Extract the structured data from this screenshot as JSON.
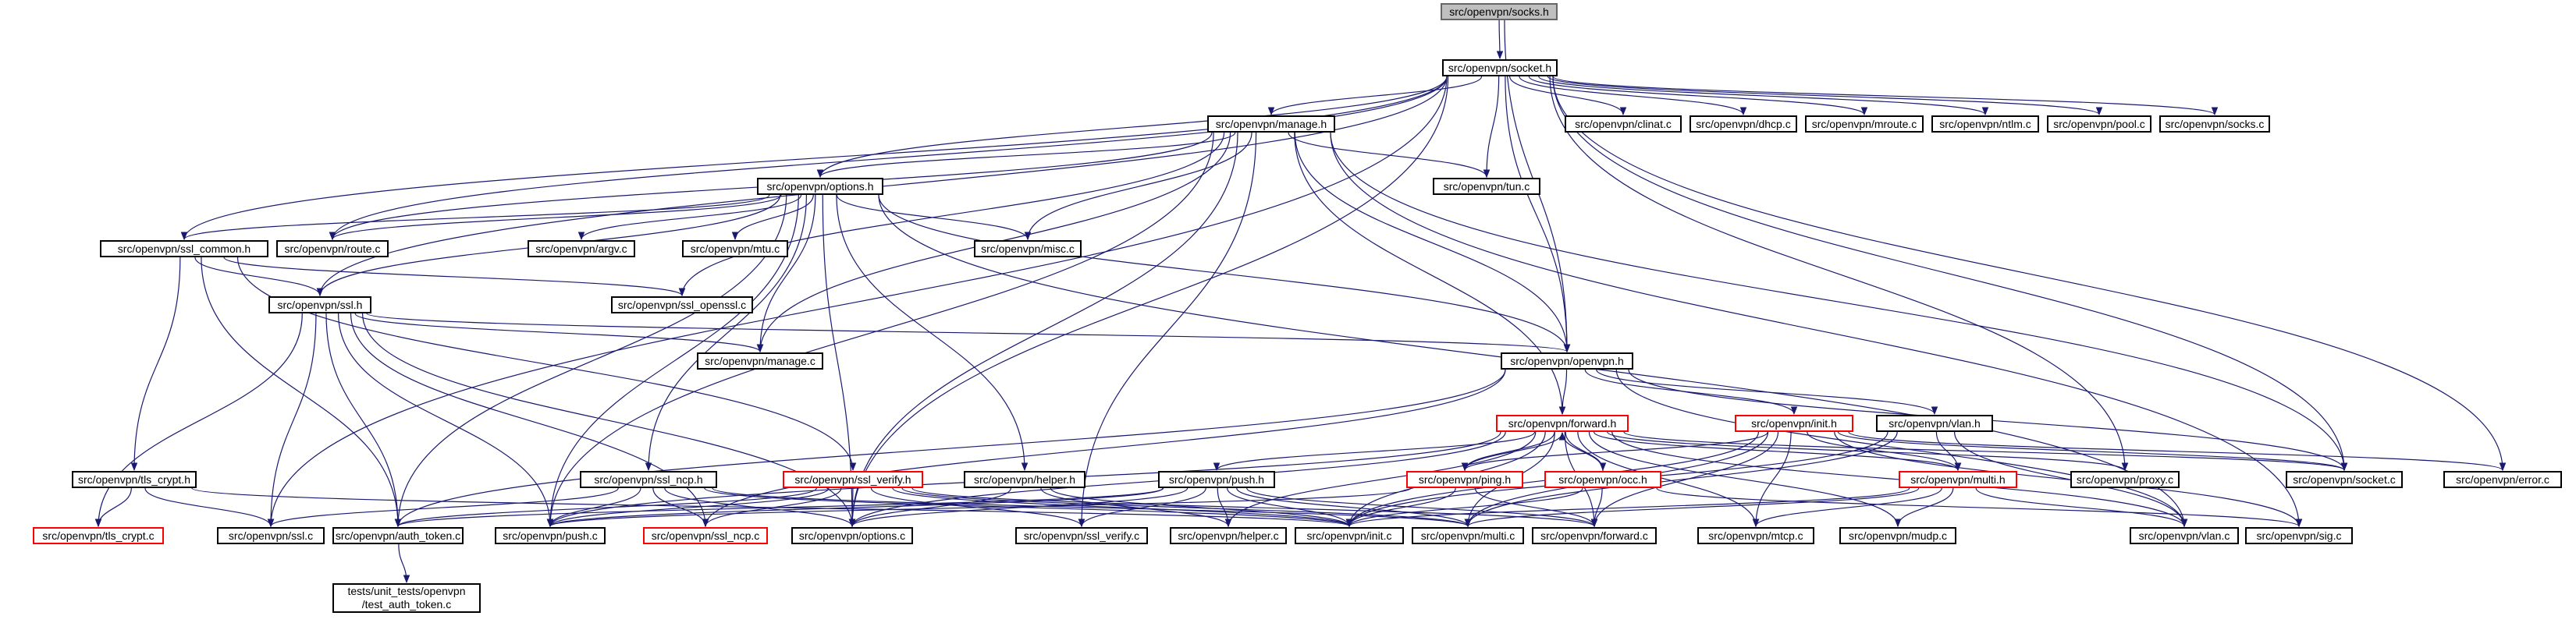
{
  "graph": {
    "edge_color": "#191970",
    "root_color": "#bfbfbf",
    "truncated_color": "#ff0000",
    "nodes": [
      {
        "id": "socks_h",
        "label": "src/openvpn/socks.h",
        "kind": "root"
      },
      {
        "id": "socket_h",
        "label": "src/openvpn/socket.h"
      },
      {
        "id": "manage_h",
        "label": "src/openvpn/manage.h"
      },
      {
        "id": "clinat_c",
        "label": "src/openvpn/clinat.c"
      },
      {
        "id": "dhcp_c",
        "label": "src/openvpn/dhcp.c"
      },
      {
        "id": "mroute_c",
        "label": "src/openvpn/mroute.c"
      },
      {
        "id": "ntlm_c",
        "label": "src/openvpn/ntlm.c"
      },
      {
        "id": "pool_c",
        "label": "src/openvpn/pool.c"
      },
      {
        "id": "socks_c",
        "label": "src/openvpn/socks.c"
      },
      {
        "id": "options_h",
        "label": "src/openvpn/options.h"
      },
      {
        "id": "tun_c",
        "label": "src/openvpn/tun.c"
      },
      {
        "id": "ssl_common_h",
        "label": "src/openvpn/ssl_common.h"
      },
      {
        "id": "route_c",
        "label": "src/openvpn/route.c"
      },
      {
        "id": "argv_c",
        "label": "src/openvpn/argv.c"
      },
      {
        "id": "mtu_c",
        "label": "src/openvpn/mtu.c"
      },
      {
        "id": "misc_c",
        "label": "src/openvpn/misc.c"
      },
      {
        "id": "ssl_openssl_c",
        "label": "src/openvpn/ssl_openssl.c"
      },
      {
        "id": "ssl_h",
        "label": "src/openvpn/ssl.h"
      },
      {
        "id": "manage_c",
        "label": "src/openvpn/manage.c"
      },
      {
        "id": "openvpn_h",
        "label": "src/openvpn/openvpn.h"
      },
      {
        "id": "forward_h",
        "label": "src/openvpn/forward.h",
        "kind": "truncated"
      },
      {
        "id": "init_h",
        "label": "src/openvpn/init.h",
        "kind": "truncated"
      },
      {
        "id": "vlan_h",
        "label": "src/openvpn/vlan.h"
      },
      {
        "id": "tls_crypt_h",
        "label": "src/openvpn/tls_crypt.h"
      },
      {
        "id": "ssl_ncp_h",
        "label": "src/openvpn/ssl_ncp.h"
      },
      {
        "id": "ssl_verify_h",
        "label": "src/openvpn/ssl_verify.h",
        "kind": "truncated"
      },
      {
        "id": "helper_h",
        "label": "src/openvpn/helper.h"
      },
      {
        "id": "push_h",
        "label": "src/openvpn/push.h"
      },
      {
        "id": "ping_h",
        "label": "src/openvpn/ping.h",
        "kind": "truncated"
      },
      {
        "id": "occ_h",
        "label": "src/openvpn/occ.h",
        "kind": "truncated"
      },
      {
        "id": "multi_h",
        "label": "src/openvpn/multi.h",
        "kind": "truncated"
      },
      {
        "id": "proxy_c",
        "label": "src/openvpn/proxy.c"
      },
      {
        "id": "socket_c",
        "label": "src/openvpn/socket.c"
      },
      {
        "id": "error_c",
        "label": "src/openvpn/error.c"
      },
      {
        "id": "tls_crypt_c",
        "label": "src/openvpn/tls_crypt.c",
        "kind": "truncated"
      },
      {
        "id": "ssl_c",
        "label": "src/openvpn/ssl.c"
      },
      {
        "id": "auth_token_c",
        "label": "src/openvpn/auth_token.c"
      },
      {
        "id": "push_c",
        "label": "src/openvpn/push.c"
      },
      {
        "id": "ssl_ncp_c",
        "label": "src/openvpn/ssl_ncp.c",
        "kind": "truncated"
      },
      {
        "id": "options_c",
        "label": "src/openvpn/options.c"
      },
      {
        "id": "ssl_verify_c",
        "label": "src/openvpn/ssl_verify.c"
      },
      {
        "id": "helper_c",
        "label": "src/openvpn/helper.c"
      },
      {
        "id": "init_c",
        "label": "src/openvpn/init.c"
      },
      {
        "id": "multi_c",
        "label": "src/openvpn/multi.c"
      },
      {
        "id": "forward_c",
        "label": "src/openvpn/forward.c"
      },
      {
        "id": "mtcp_c",
        "label": "src/openvpn/mtcp.c"
      },
      {
        "id": "mudp_c",
        "label": "src/openvpn/mudp.c"
      },
      {
        "id": "vlan_c",
        "label": "src/openvpn/vlan.c"
      },
      {
        "id": "sig_c",
        "label": "src/openvpn/sig.c"
      },
      {
        "id": "test_auth_token_c",
        "label": "tests/unit_tests/openvpn\n/test_auth_token.c"
      }
    ],
    "edges": [
      [
        "socks_h",
        "socket_h"
      ],
      [
        "socks_h",
        "openvpn_h"
      ],
      [
        "socket_h",
        "manage_h"
      ],
      [
        "socket_h",
        "clinat_c"
      ],
      [
        "socket_h",
        "dhcp_c"
      ],
      [
        "socket_h",
        "mroute_c"
      ],
      [
        "socket_h",
        "ntlm_c"
      ],
      [
        "socket_h",
        "pool_c"
      ],
      [
        "socket_h",
        "socks_c"
      ],
      [
        "socket_h",
        "options_h"
      ],
      [
        "socket_h",
        "tun_c"
      ],
      [
        "socket_h",
        "ssl_common_h"
      ],
      [
        "socket_h",
        "route_c"
      ],
      [
        "socket_h",
        "ssl_h"
      ],
      [
        "socket_h",
        "openvpn_h"
      ],
      [
        "socket_h",
        "proxy_c"
      ],
      [
        "socket_h",
        "socket_c"
      ],
      [
        "socket_h",
        "error_c"
      ],
      [
        "socket_h",
        "ssl_c"
      ],
      [
        "socket_h",
        "options_c"
      ],
      [
        "manage_h",
        "options_h"
      ],
      [
        "manage_h",
        "tun_c"
      ],
      [
        "manage_h",
        "route_c"
      ],
      [
        "manage_h",
        "misc_c"
      ],
      [
        "manage_h",
        "ssl_openssl_c"
      ],
      [
        "manage_h",
        "manage_c"
      ],
      [
        "manage_h",
        "openvpn_h"
      ],
      [
        "manage_h",
        "sig_c"
      ],
      [
        "manage_h",
        "socket_c"
      ],
      [
        "manage_h",
        "push_c"
      ],
      [
        "manage_h",
        "ssl_verify_c"
      ],
      [
        "manage_h",
        "options_c"
      ],
      [
        "manage_h",
        "forward_h"
      ],
      [
        "options_h",
        "ssl_common_h"
      ],
      [
        "options_h",
        "route_c"
      ],
      [
        "options_h",
        "argv_c"
      ],
      [
        "options_h",
        "mtu_c"
      ],
      [
        "options_h",
        "misc_c"
      ],
      [
        "options_h",
        "ssl_h"
      ],
      [
        "options_h",
        "manage_c"
      ],
      [
        "options_h",
        "openvpn_h"
      ],
      [
        "options_h",
        "helper_h"
      ],
      [
        "options_h",
        "ssl_ncp_h"
      ],
      [
        "options_h",
        "push_c"
      ],
      [
        "options_h",
        "options_c"
      ],
      [
        "options_h",
        "auth_token_c"
      ],
      [
        "options_h",
        "vlan_c"
      ],
      [
        "ssl_common_h",
        "ssl_h"
      ],
      [
        "ssl_common_h",
        "ssl_openssl_c"
      ],
      [
        "ssl_common_h",
        "tls_crypt_h"
      ],
      [
        "ssl_common_h",
        "ssl_verify_h"
      ],
      [
        "ssl_common_h",
        "auth_token_c"
      ],
      [
        "ssl_h",
        "manage_c"
      ],
      [
        "ssl_h",
        "openvpn_h"
      ],
      [
        "ssl_h",
        "tls_crypt_c"
      ],
      [
        "ssl_h",
        "ssl_c"
      ],
      [
        "ssl_h",
        "auth_token_c"
      ],
      [
        "ssl_h",
        "push_c"
      ],
      [
        "ssl_h",
        "options_c"
      ],
      [
        "ssl_h",
        "ssl_ncp_c"
      ],
      [
        "openvpn_h",
        "forward_h"
      ],
      [
        "openvpn_h",
        "init_h"
      ],
      [
        "openvpn_h",
        "vlan_h"
      ],
      [
        "openvpn_h",
        "socket_c"
      ],
      [
        "openvpn_h",
        "vlan_c"
      ],
      [
        "openvpn_h",
        "auth_token_c"
      ],
      [
        "openvpn_h",
        "ssl_ncp_c"
      ],
      [
        "forward_h",
        "push_h"
      ],
      [
        "forward_h",
        "ping_h"
      ],
      [
        "forward_h",
        "occ_h"
      ],
      [
        "forward_h",
        "multi_h"
      ],
      [
        "forward_h",
        "proxy_c"
      ],
      [
        "forward_h",
        "socket_c"
      ],
      [
        "forward_h",
        "forward_c"
      ],
      [
        "forward_h",
        "init_c"
      ],
      [
        "forward_h",
        "multi_c"
      ],
      [
        "forward_h",
        "mtcp_c"
      ],
      [
        "forward_h",
        "mudp_c"
      ],
      [
        "forward_h",
        "vlan_c"
      ],
      [
        "forward_h",
        "helper_c"
      ],
      [
        "forward_h",
        "options_c"
      ],
      [
        "forward_h",
        "push_c"
      ],
      [
        "init_h",
        "ping_h"
      ],
      [
        "init_h",
        "multi_h"
      ],
      [
        "init_h",
        "error_c"
      ],
      [
        "init_h",
        "socket_c"
      ],
      [
        "init_h",
        "multi_c"
      ],
      [
        "init_h",
        "init_c"
      ],
      [
        "init_h",
        "forward_c"
      ],
      [
        "init_h",
        "sig_c"
      ],
      [
        "init_h",
        "mtcp_c"
      ],
      [
        "vlan_h",
        "multi_h"
      ],
      [
        "vlan_h",
        "multi_c"
      ],
      [
        "vlan_h",
        "init_c"
      ],
      [
        "vlan_h",
        "vlan_c"
      ],
      [
        "tls_crypt_h",
        "tls_crypt_c"
      ],
      [
        "tls_crypt_h",
        "ssl_c"
      ],
      [
        "tls_crypt_h",
        "init_c"
      ],
      [
        "ssl_ncp_h",
        "ssl_c"
      ],
      [
        "ssl_ncp_h",
        "push_c"
      ],
      [
        "ssl_ncp_h",
        "ssl_ncp_c"
      ],
      [
        "ssl_ncp_h",
        "options_c"
      ],
      [
        "ssl_ncp_h",
        "multi_c"
      ],
      [
        "ssl_ncp_h",
        "init_c"
      ],
      [
        "ssl_verify_h",
        "auth_token_c"
      ],
      [
        "ssl_verify_h",
        "push_c"
      ],
      [
        "ssl_verify_h",
        "ssl_ncp_c"
      ],
      [
        "ssl_verify_h",
        "options_c"
      ],
      [
        "ssl_verify_h",
        "ssl_verify_c"
      ],
      [
        "ssl_verify_h",
        "init_c"
      ],
      [
        "ssl_verify_h",
        "multi_c"
      ],
      [
        "ssl_verify_h",
        "forward_c"
      ],
      [
        "helper_h",
        "options_c"
      ],
      [
        "helper_h",
        "helper_c"
      ],
      [
        "helper_h",
        "init_c"
      ],
      [
        "push_h",
        "push_c"
      ],
      [
        "push_h",
        "options_c"
      ],
      [
        "push_h",
        "ssl_verify_c"
      ],
      [
        "push_h",
        "helper_c"
      ],
      [
        "push_h",
        "init_c"
      ],
      [
        "push_h",
        "multi_c"
      ],
      [
        "push_h",
        "forward_c"
      ],
      [
        "push_h",
        "auth_token_c"
      ],
      [
        "ping_h",
        "ping_h"
      ],
      [
        "ping_h",
        "forward_h"
      ],
      [
        "ping_h",
        "init_c"
      ],
      [
        "ping_h",
        "forward_c"
      ],
      [
        "ping_h",
        "push_c"
      ],
      [
        "occ_h",
        "forward_h"
      ],
      [
        "occ_h",
        "forward_c"
      ],
      [
        "occ_h",
        "init_c"
      ],
      [
        "occ_h",
        "sig_c"
      ],
      [
        "multi_h",
        "multi_c"
      ],
      [
        "multi_h",
        "mtcp_c"
      ],
      [
        "multi_h",
        "mudp_c"
      ],
      [
        "multi_h",
        "vlan_c"
      ],
      [
        "multi_h",
        "init_c"
      ],
      [
        "auth_token_c",
        "test_auth_token_c"
      ]
    ]
  }
}
